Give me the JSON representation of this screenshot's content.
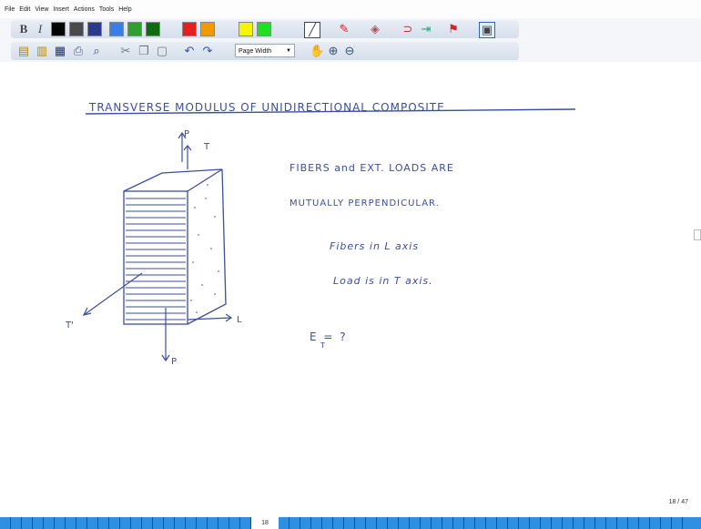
{
  "menu": [
    "File",
    "Edit",
    "View",
    "Insert",
    "Actions",
    "Tools",
    "Help"
  ],
  "toolbar": {
    "zoom_value": "Page Width",
    "colors": [
      "#000000",
      "#4a4a4a",
      "#2b3a8f",
      "#3a7ee8",
      "#2ea02e",
      "#0f6b0f",
      "#e22020",
      "#f19a00",
      "#f5f500",
      "#22dd22"
    ]
  },
  "note": {
    "title": "TRANSVERSE   MODULUS   OF   UNIDIRECTIONAL   COMPOSITE",
    "line1": "FIBERS  and  EXT. LOADS  ARE",
    "line2": "MUTUALLY  PERPENDICULAR.",
    "line3": "Fibers  in  L  axis",
    "line4": "Load  is  in  T  axis.",
    "eq": "E  = ?",
    "eq_sub": "T",
    "labels": {
      "p_top": "P",
      "t_axis": "T",
      "l_axis": "L",
      "t_prime": "T'",
      "p_bottom": "P"
    }
  },
  "page": {
    "indicator": "18 / 47",
    "current": "18"
  }
}
